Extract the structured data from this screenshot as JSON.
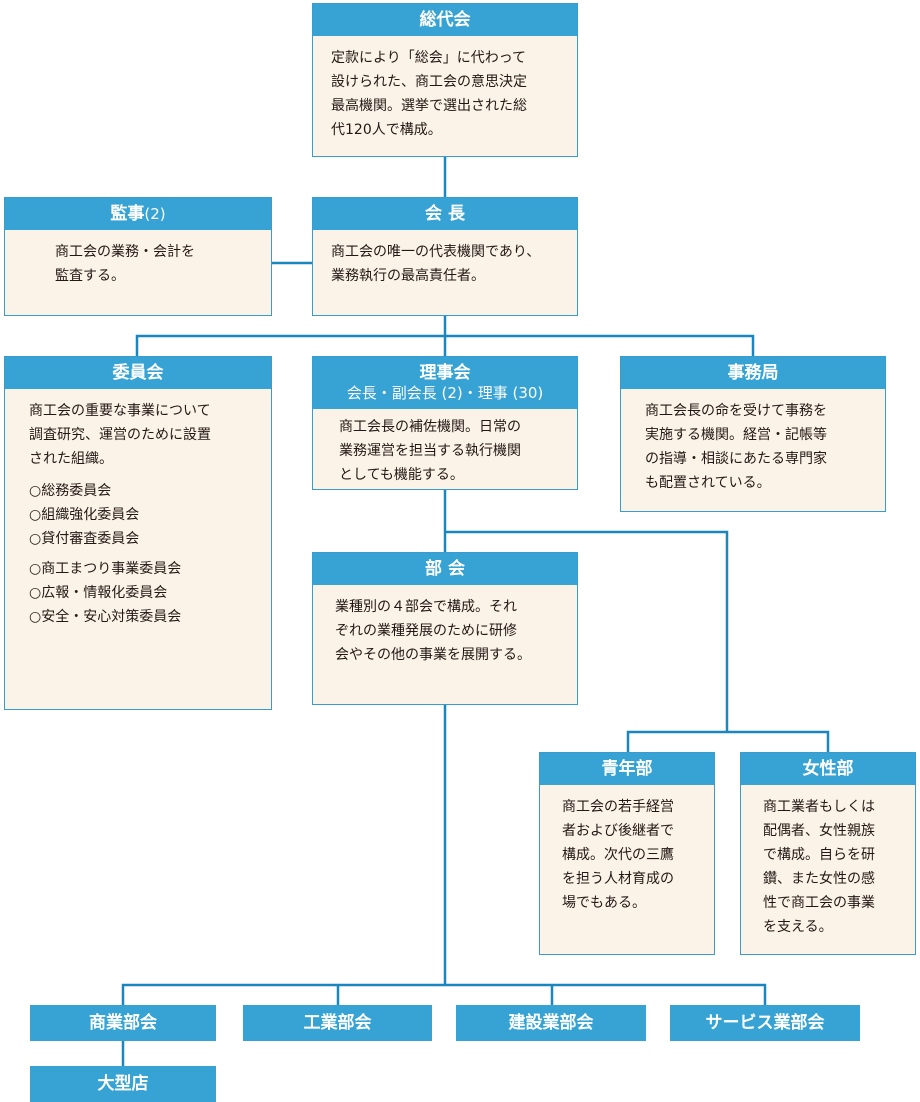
{
  "nodes": {
    "soudaikai": {
      "title": "総代会",
      "text": "定款により「総会」に代わって\n設けられた、商工会の意思決定\n最高機関。選挙で選出された総\n代120人で構成。"
    },
    "kanji": {
      "title": "監事",
      "count": "(2)",
      "text": "商工会の業務・会計を\n監査する。"
    },
    "kaicho": {
      "title": "会 長",
      "text": "商工会の唯一の代表機関であり、\n業務執行の最高責任者。"
    },
    "iinkai": {
      "title": "委員会",
      "text": "商工会の重要な事業について\n調査研究、運営のために設置\nされた組織。",
      "items_a": [
        "○総務委員会",
        "○組織強化委員会",
        "○貸付審査委員会"
      ],
      "items_b": [
        "○商工まつり事業委員会",
        "○広報・情報化委員会",
        "○安全・安心対策委員会"
      ]
    },
    "rijikai": {
      "title": "理事会",
      "subtitle": "会長・副会長 (2)・理事 (30)",
      "text": "商工会長の補佐機関。日常の\n業務運営を担当する執行機関\nとしても機能する。"
    },
    "jimukyoku": {
      "title": "事務局",
      "text": "商工会長の命を受けて事務を\n実施する機関。経営・記帳等\nの指導・相談にあたる専門家\nも配置されている。"
    },
    "bukai": {
      "title": "部 会",
      "text": "業種別の４部会で構成。それ\nぞれの業種発展のために研修\n会やその他の事業を展開する。"
    },
    "seinenbu": {
      "title": "青年部",
      "text": "商工会の若手経営\n者および後継者で\n構成。次代の三鷹\nを担う人材育成の\n場でもある。"
    },
    "joseibu": {
      "title": "女性部",
      "text": "商工業者もしくは\n配偶者、女性親族\nで構成。自らを研\n鑽、また女性の感\n性で商工会の事業\nを支える。"
    }
  },
  "subcommittees": [
    "商業部会",
    "工業部会",
    "建設業部会",
    "サービス業部会"
  ],
  "subgroup": "大型店",
  "colors": {
    "header": "#36a3d4",
    "box_fill": "#fcf3e8",
    "line": "#1a86bf"
  }
}
